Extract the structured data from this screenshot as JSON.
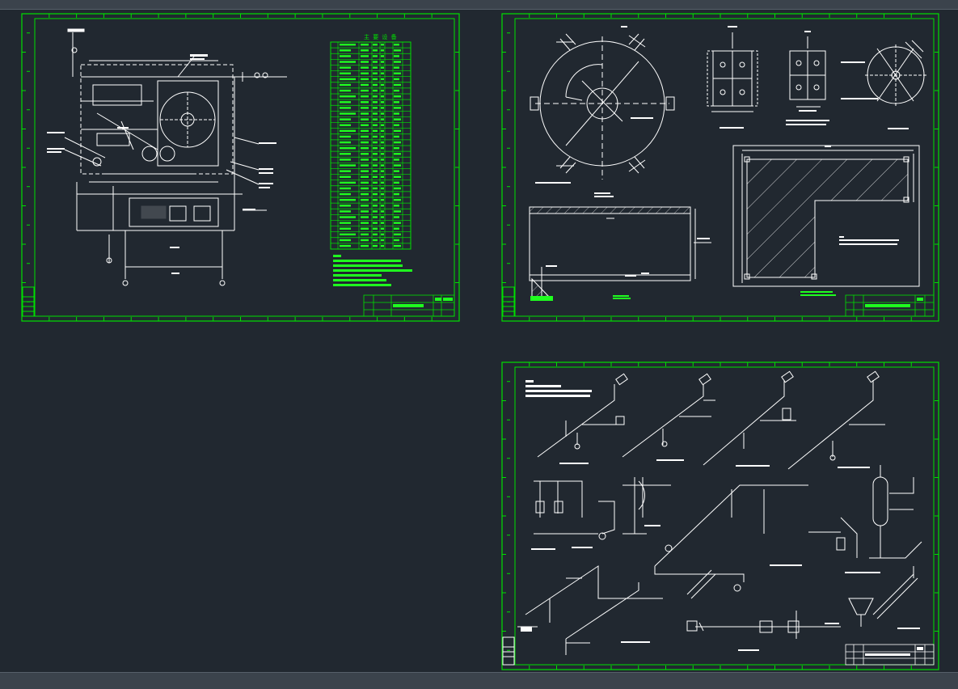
{
  "app": {
    "title": "",
    "view": "model-space"
  },
  "colors": {
    "background": "#212830",
    "frame": "#00e000",
    "linework": "#ffffff",
    "text_fill": "#1fff1f",
    "chrome": "#3b434c"
  },
  "sheets": [
    {
      "id": "sheet-1",
      "content": "process-flow-plan-and-equipment-table"
    },
    {
      "id": "sheet-2",
      "content": "tank-plan-section-and-details"
    },
    {
      "id": "sheet-3",
      "content": "piping-isometrics"
    }
  ],
  "sheet1": {
    "table_title": "主 要 设 备"
  }
}
